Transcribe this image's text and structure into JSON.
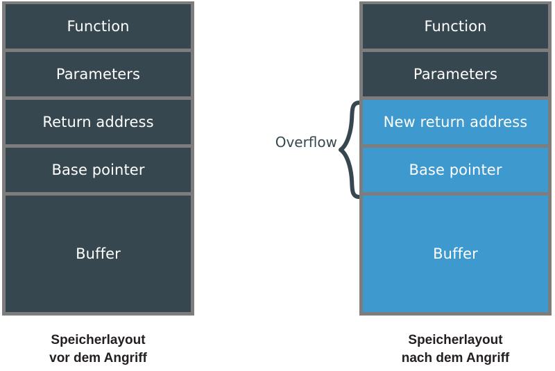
{
  "diagram": {
    "title_before": "Speicherlayout\nvor dem Angriff",
    "title_after": "Speicherlayout\nnach dem Angriff",
    "annotation": {
      "label": "Overflow",
      "brace_icon": "curly-brace-icon"
    },
    "colors": {
      "dark_block": "#36474f",
      "highlight_block": "#3e99ce",
      "frame_gray": "#7d7d7d",
      "block_text": "#ffffff",
      "caption_text": "#231f20",
      "annotation_text": "#36474f",
      "background": "#ffffff"
    },
    "stack_before": {
      "name": "memory-layout-before-attack",
      "blocks": [
        {
          "label": "Function",
          "state": "normal"
        },
        {
          "label": "Parameters",
          "state": "normal"
        },
        {
          "label": "Return address",
          "state": "normal"
        },
        {
          "label": "Base pointer",
          "state": "normal"
        },
        {
          "label": "Buffer",
          "state": "normal"
        }
      ]
    },
    "stack_after": {
      "name": "memory-layout-after-attack",
      "blocks": [
        {
          "label": "Function",
          "state": "normal"
        },
        {
          "label": "Parameters",
          "state": "normal"
        },
        {
          "label": "New return address",
          "state": "overflowed"
        },
        {
          "label": "Base pointer",
          "state": "overflowed"
        },
        {
          "label": "Buffer",
          "state": "overflowed"
        }
      ]
    }
  }
}
